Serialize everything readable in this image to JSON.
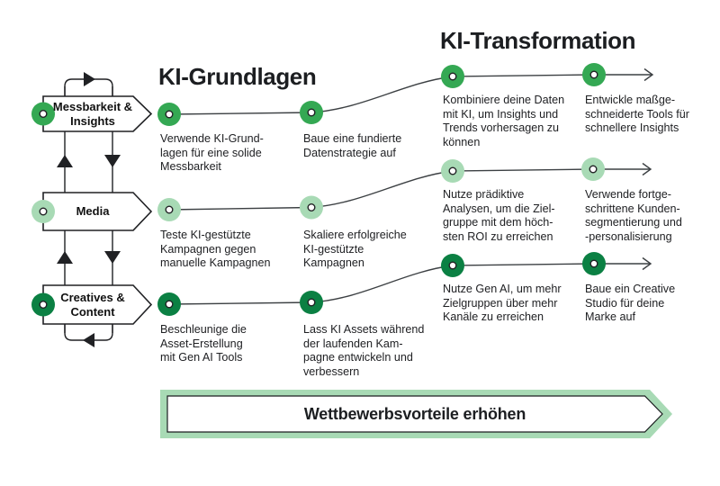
{
  "sections": [
    {
      "title": "KI-Grundlagen"
    },
    {
      "title": "KI-Transformation"
    }
  ],
  "rows": [
    {
      "label": "Messbarkeit &\nInsights",
      "marker_color": "#34A853",
      "steps": [
        "Verwende KI-Grund-\nlagen für eine solide\nMessbarkeit",
        "Baue eine fundierte\nDatenstrategie auf",
        "Kombiniere deine Daten\nmit KI, um Insights und\nTrends vorhersagen zu\nkönnen",
        "Entwickle maßge-\nschneiderte Tools für\nschnellere Insights"
      ]
    },
    {
      "label": "Media",
      "marker_color": "#A8DAB5",
      "steps": [
        "Teste KI-gestützte\nKampagnen gegen\nmanuelle Kampagnen",
        "Skaliere erfolgreiche\nKI-gestützte\nKampagnen",
        "Nutze prädiktive\nAnalysen, um die Ziel-\ngruppe mit dem höch-\nsten ROI zu erreichen",
        "Verwende fortge-\nschrittene Kunden-\nsegmentierung und\n-personalisierung"
      ]
    },
    {
      "label": "Creatives &\nContent",
      "marker_color": "#0B8043",
      "steps": [
        "Beschleunige die\nAsset-Erstellung\nmit Gen AI Tools",
        "Lass KI Assets während\nder laufenden Kam-\npagne entwickeln und\nverbessern",
        "Nutze Gen AI, um mehr\nZielgruppen über mehr\nKanäle zu erreichen",
        "Baue ein Creative\nStudio für deine\nMarke auf"
      ]
    }
  ],
  "banner": {
    "label": "Wettbewerbsvorteile erhöhen"
  },
  "colors": {
    "row1": "#34A853",
    "row2": "#A8DAB5",
    "row3": "#0B8043",
    "banner_fill": "#A8DAB5",
    "line": "#3C4043",
    "text": "#202124"
  }
}
